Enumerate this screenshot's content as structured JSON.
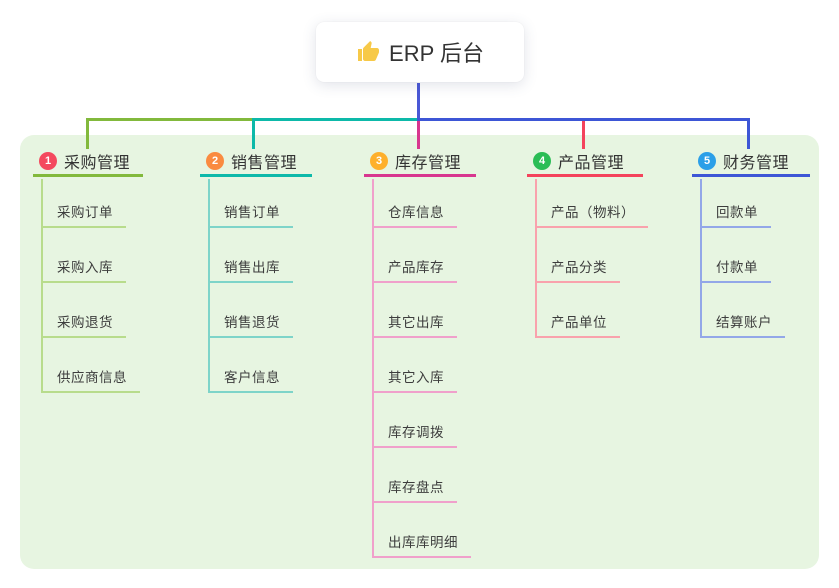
{
  "root": {
    "title": "ERP 后台",
    "icon": "thumbs-up"
  },
  "connector_color": "#4a58d6",
  "panel_color": "#e7f5e1",
  "branches": [
    {
      "badge": "1",
      "title": "采购管理",
      "color": "#82b93c",
      "light_color": "#b8dc8c",
      "badge_color": "#f4495e",
      "children": [
        "采购订单",
        "采购入库",
        "采购退货",
        "供应商信息"
      ]
    },
    {
      "badge": "2",
      "title": "销售管理",
      "color": "#0db9a9",
      "light_color": "#7ed4c9",
      "badge_color": "#fa8b40",
      "children": [
        "销售订单",
        "销售出库",
        "销售退货",
        "客户信息"
      ]
    },
    {
      "badge": "3",
      "title": "库存管理",
      "color": "#d8368f",
      "light_color": "#f0a0cb",
      "badge_color": "#feb02c",
      "children": [
        "仓库信息",
        "产品库存",
        "其它出库",
        "其它入库",
        "库存调拨",
        "库存盘点",
        "出库库明细"
      ]
    },
    {
      "badge": "4",
      "title": "产品管理",
      "color": "#f4435c",
      "light_color": "#f9a2ac",
      "badge_color": "#2abd55",
      "children": [
        "产品（物料）",
        "产品分类",
        "产品单位"
      ]
    },
    {
      "badge": "5",
      "title": "财务管理",
      "color": "#3d56d6",
      "light_color": "#93a7e8",
      "badge_color": "#2b9fe8",
      "children": [
        "回款单",
        "付款单",
        "结算账户"
      ]
    }
  ]
}
